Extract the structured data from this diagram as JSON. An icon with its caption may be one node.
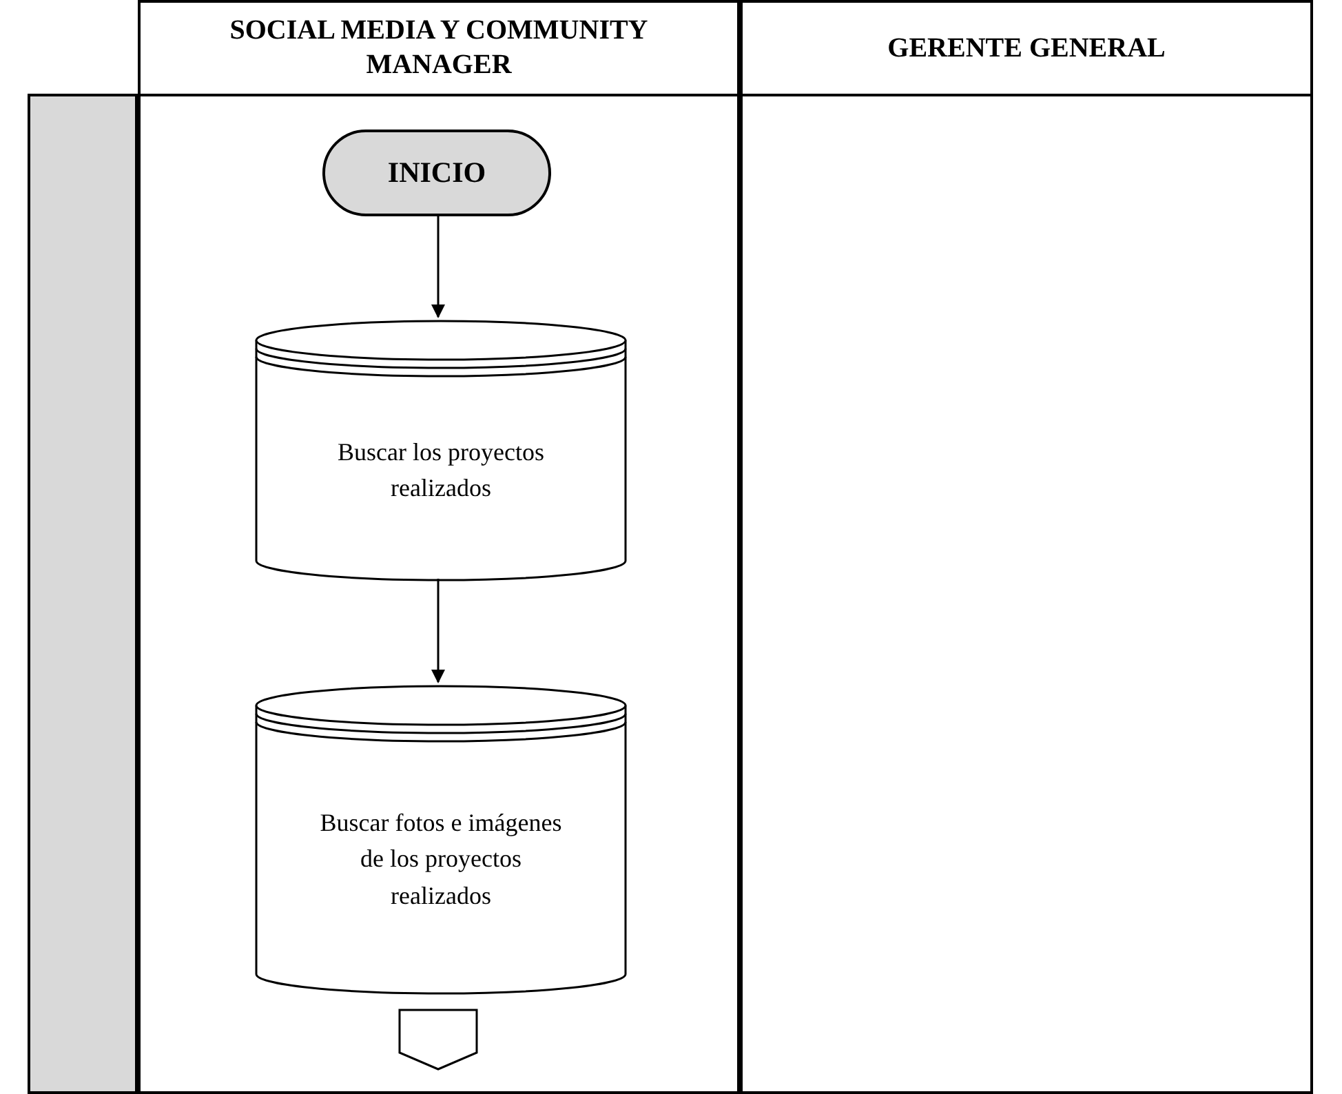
{
  "diagram": {
    "nodes": [
      {
        "text": [
          "SOCIAL MEDIA Y COMMUNITY MANAGER"
        ]
      },
      {
        "text": [
          "GERENTE GENERAL"
        ]
      },
      {
        "text": [
          "INICIO"
        ],
        "in": 0
      },
      {
        "text": [
          "Buscar los proyectos realizados"
        ],
        "in": 0
      },
      {
        "text": [
          "Buscar fotos e imágenes de los proyectos realizados"
        ],
        "in": 0
      },
      {
        "text": [],
        "shape": "pentagon",
        "in": 0
      },
      {
        "text": [],
        "shape": "bar"
      }
    ],
    "edges": [
      {
        "from": 2,
        "to": 3,
        "arrow": "to"
      },
      {
        "from": 3,
        "to": 4,
        "arrow": "to"
      }
    ]
  }
}
